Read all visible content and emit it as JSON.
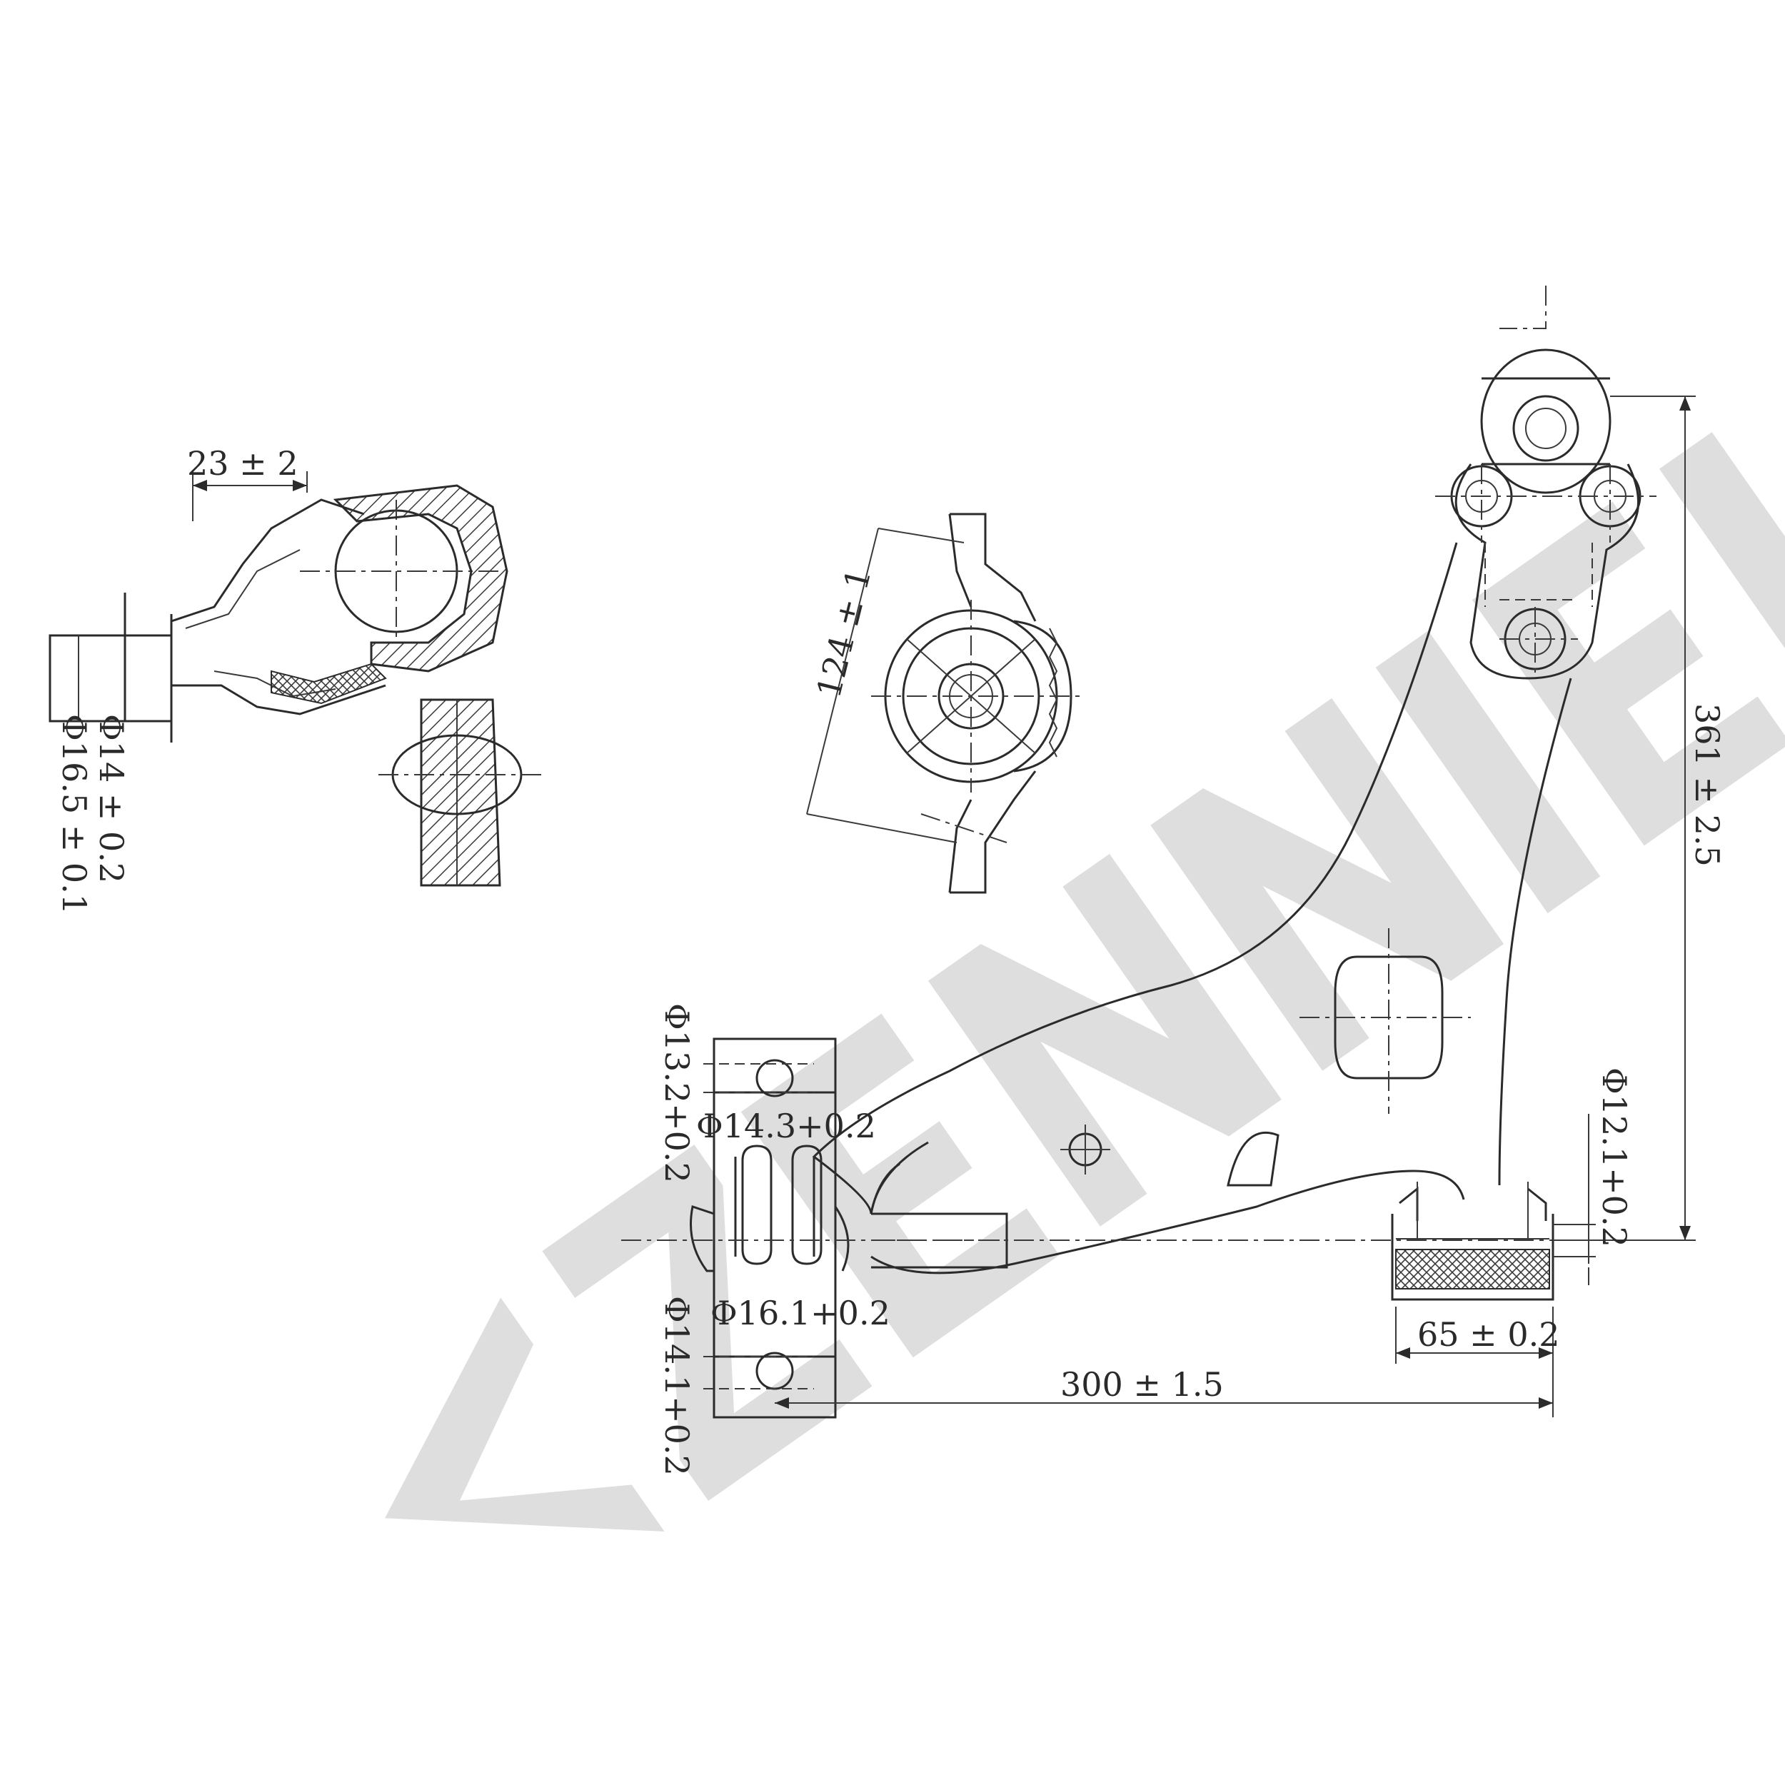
{
  "watermark": {
    "text": "ZENNIEK",
    "color": "#dedede"
  },
  "dimensions": {
    "ball_joint_length": "23 ± 2",
    "ball_joint_inner_dia": "Φ14 ± 0.2",
    "ball_joint_outer_dia": "Φ16.5 ± 0.1",
    "bushing_height": "124 ± 1",
    "arm_height": "361 ± 2.5",
    "front_hole_top": "Φ13.2+0.2",
    "front_hole_mid": "Φ14.3+0.2",
    "front_hole_lower": "Φ16.1+0.2",
    "front_hole_bottom": "Φ14.1+0.2",
    "rear_bushing_dia": "Φ12.1+0.2",
    "rear_bushing_width": "65 ± 0.2",
    "arm_length": "300 ± 1.5"
  }
}
